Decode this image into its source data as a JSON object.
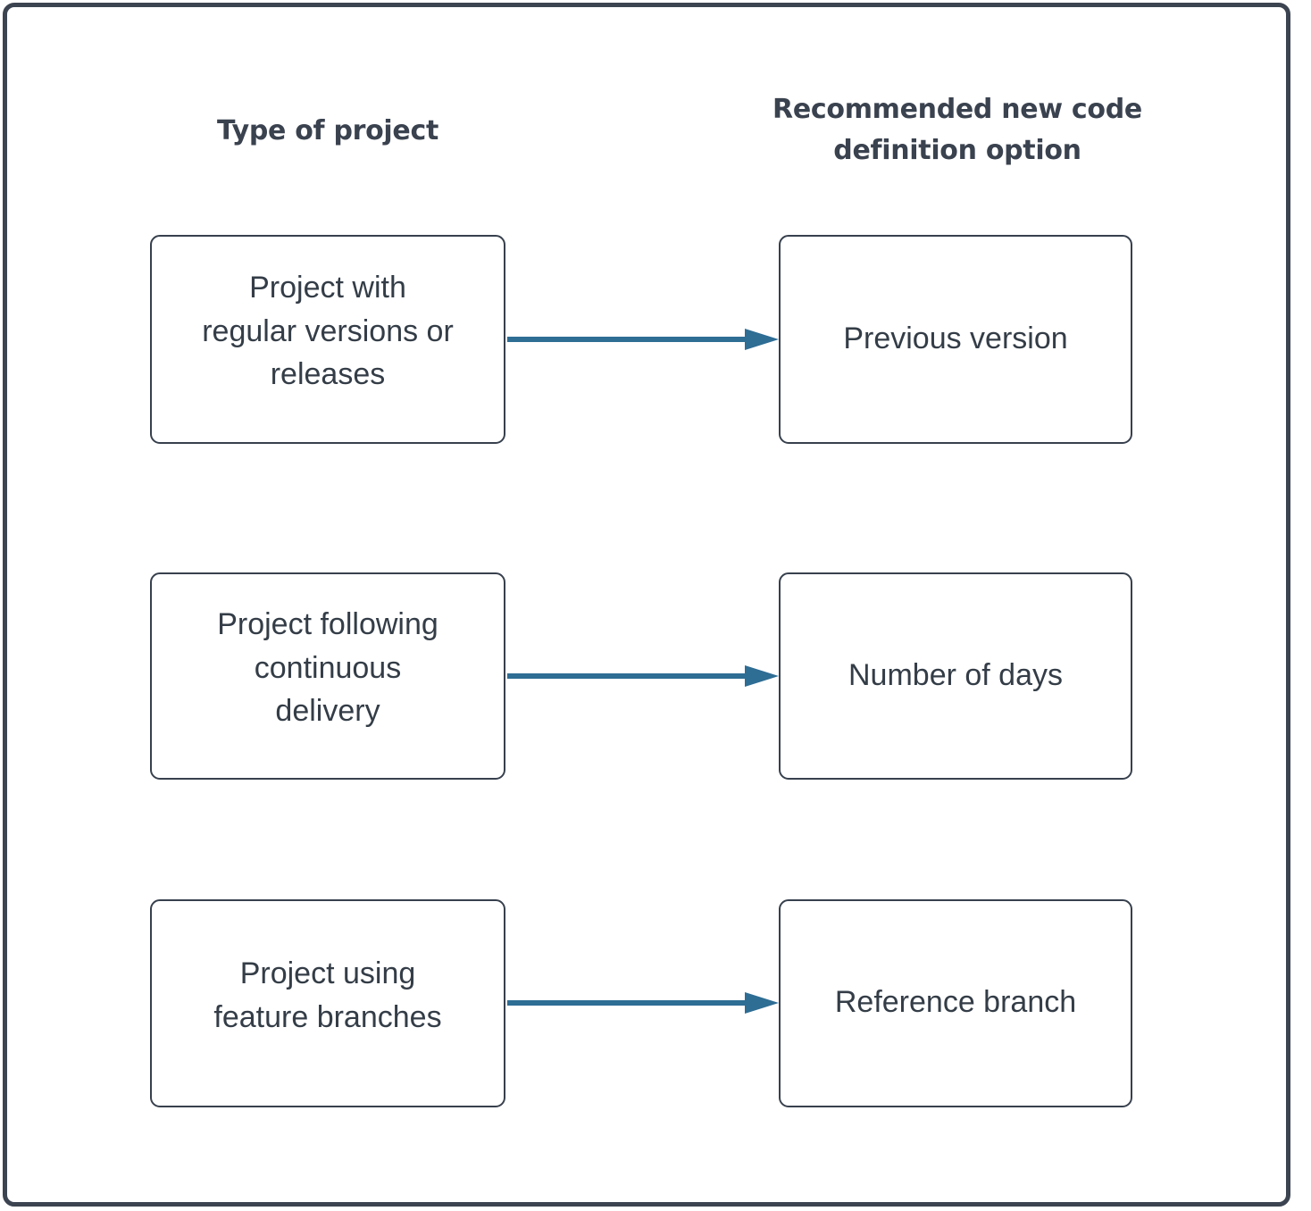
{
  "diagram": {
    "type": "two-column-mapping",
    "columns": [
      {
        "id": "type-of-project",
        "header": "Type of project"
      },
      {
        "id": "recommended-option",
        "header": "Recommended new code\ndefinition option"
      }
    ],
    "headers": {
      "left": "Type of project",
      "right_line1": "Recommended new code",
      "right_line2": "definition option"
    },
    "rows": [
      {
        "source": "Project with\nregular versions or\nreleases",
        "source_lines": [
          "Project with",
          "regular versions or",
          "releases"
        ],
        "target": "Previous version",
        "connector": "arrow-right"
      },
      {
        "source": "Project following\ncontinuous\ndelivery",
        "source_lines": [
          "Project following",
          "continuous",
          "delivery"
        ],
        "target": "Number of days",
        "connector": "arrow-right"
      },
      {
        "source": "Project using\nfeature branches",
        "source_lines": [
          "Project using",
          "feature branches"
        ],
        "target": "Reference branch",
        "connector": "arrow-right"
      }
    ],
    "colors": {
      "frame_border": "#3c4451",
      "box_border": "#37404d",
      "box_fill": "#ffffff",
      "text": "#343d47",
      "header_text": "#3a424f",
      "arrow": "#2e6d94",
      "background": "#ffffff"
    }
  }
}
